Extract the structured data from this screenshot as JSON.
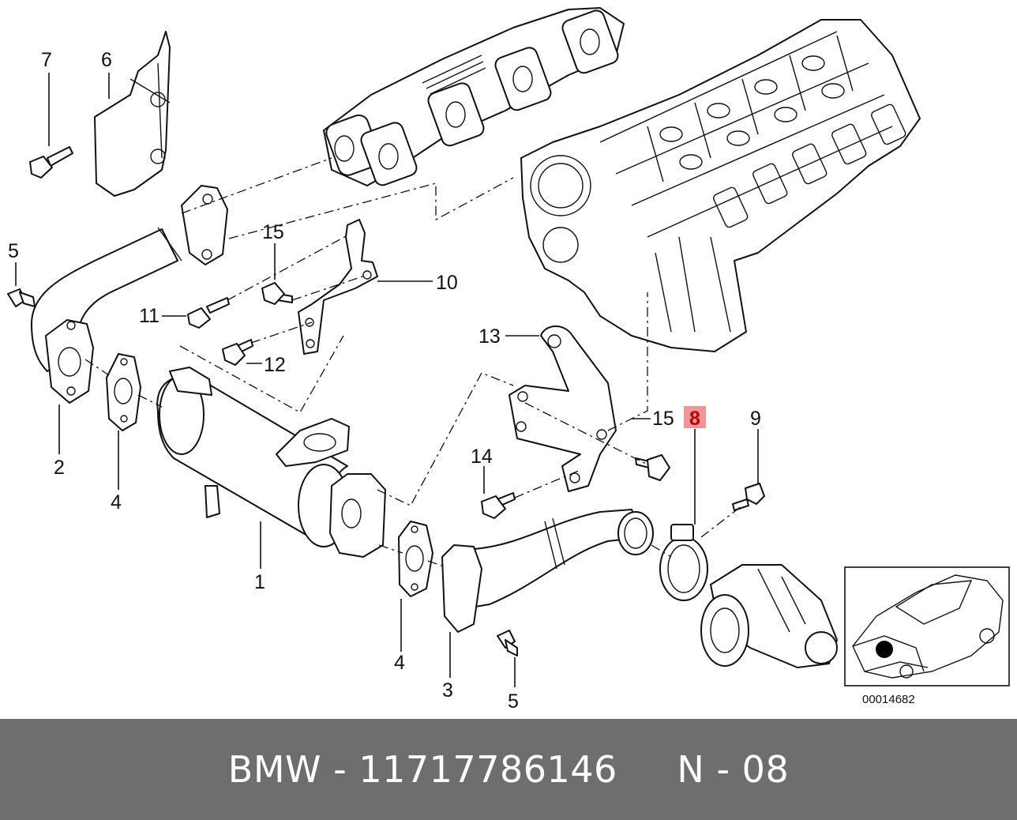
{
  "callouts": {
    "c1": "1",
    "c2": "2",
    "c3": "3",
    "c4a": "4",
    "c4b": "4",
    "c5a": "5",
    "c5b": "5",
    "c6": "6",
    "c7": "7",
    "c8": "8",
    "c9": "9",
    "c10": "10",
    "c11": "11",
    "c12": "12",
    "c13": "13",
    "c14": "14",
    "c15a": "15",
    "c15b": "15"
  },
  "highlight_color": "#f19696",
  "reference_code": "00014682",
  "footer": {
    "brand": "BMW",
    "separator": "-",
    "part_number": "11717786146",
    "position": "N - 08"
  },
  "colors": {
    "footer_bg": "#6e6e6e",
    "footer_text": "#ffffff"
  }
}
